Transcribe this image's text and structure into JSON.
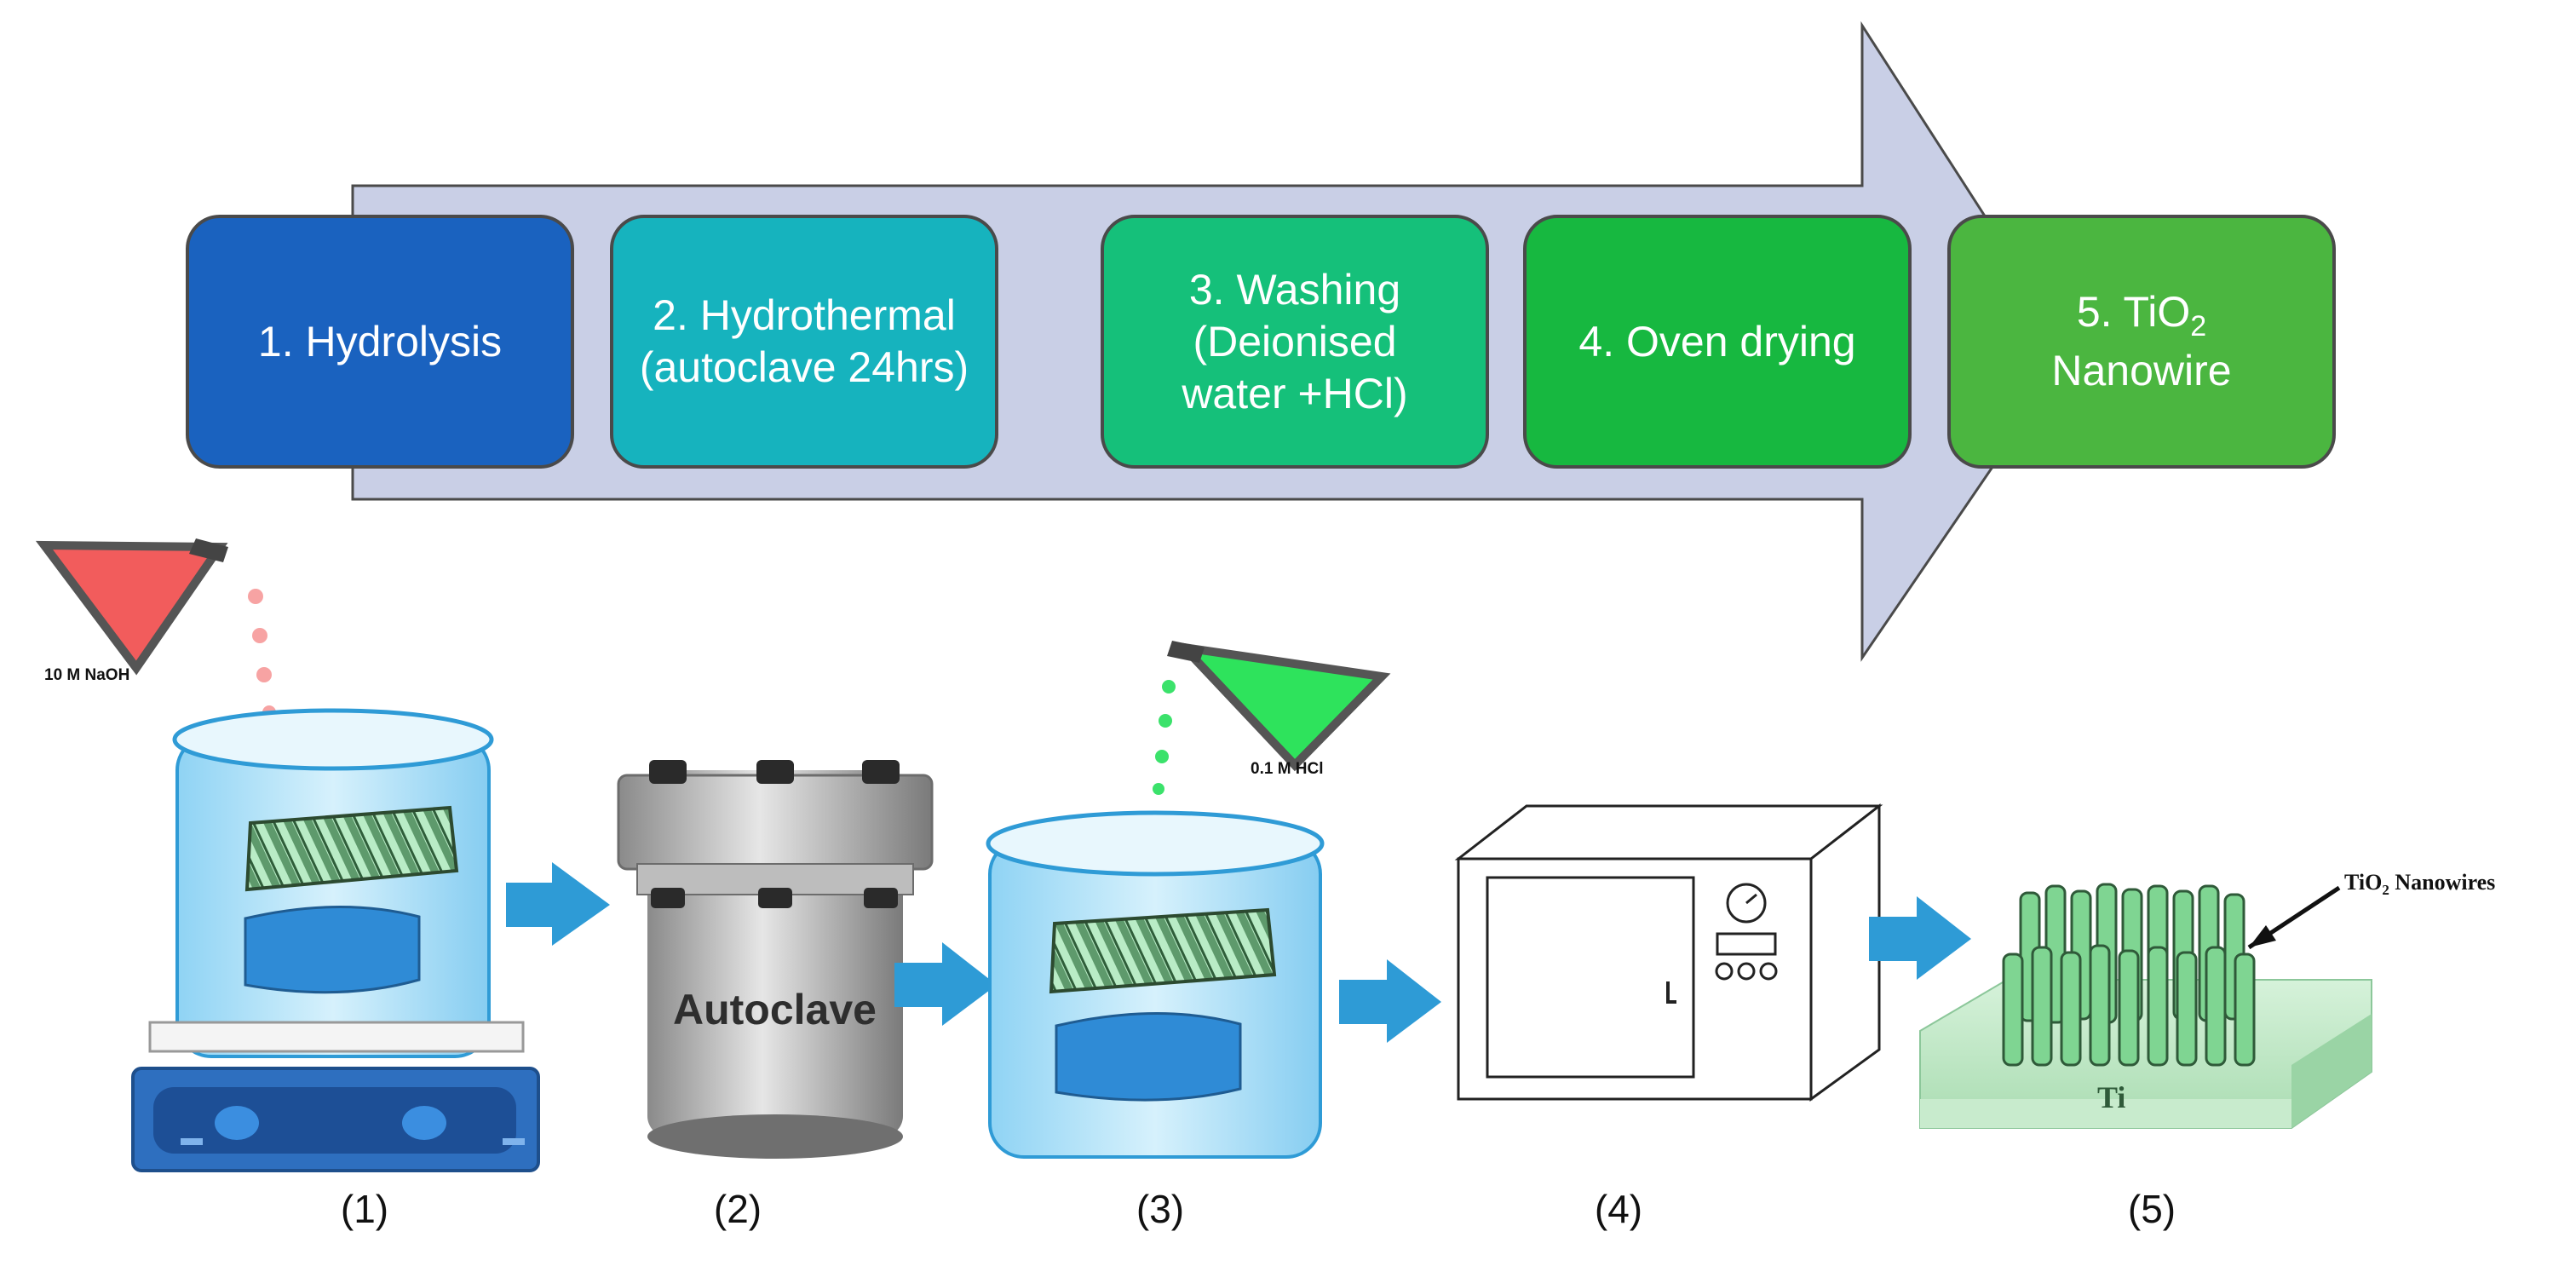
{
  "colors": {
    "process_arrow": "#c9cfe6",
    "step1": "#1a62bf",
    "step2": "#16b3be",
    "step3": "#15c07a",
    "step4": "#17b840",
    "step5": "#4bb640",
    "flow_arrow": "#2e9bd6",
    "naoh_flask": "#f25c5c",
    "hcl_flask": "#2ee35c",
    "nanowire": "#8fdc9e",
    "substrate": "#bfe8c6"
  },
  "steps": [
    {
      "text": "1. Hydrolysis"
    },
    {
      "text": "2. Hydrothermal\n(autoclave 24hrs)"
    },
    {
      "text": "3. Washing\n(Deionised\nwater +HCl)"
    },
    {
      "text": "4. Oven drying"
    },
    {
      "text_main": "5. TiO",
      "text_sub": "2",
      "text_line2": "Nanowire"
    }
  ],
  "labels": {
    "naoh": "10 M NaOH",
    "hcl": "0.1 M HCl",
    "autoclave": "Autoclave",
    "nanowires_main": "TiO",
    "nanowires_sub": "2",
    "nanowires_rest": " Nanowires",
    "ti": "Ti"
  },
  "captions": [
    "(1)",
    "(2)",
    "(3)",
    "(4)",
    "(5)"
  ],
  "icons": [
    "naoh-flask-icon",
    "beaker-icon",
    "stirrer-plate-icon",
    "autoclave-icon",
    "hcl-flask-icon",
    "oven-icon",
    "nanowire-array-icon"
  ]
}
